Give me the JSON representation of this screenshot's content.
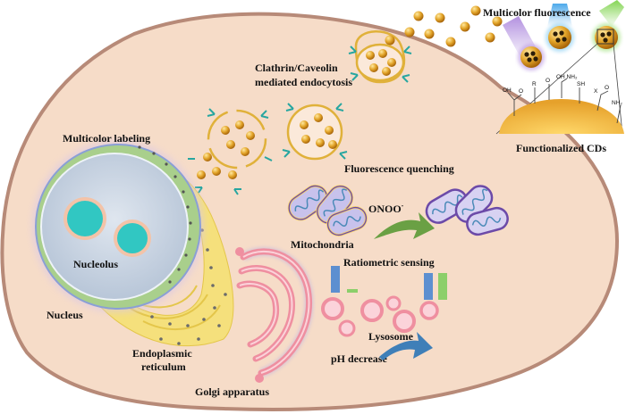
{
  "labels": {
    "multicolor_fluorescence": "Multicolor fluorescence",
    "endocytosis_line1": "Clathrin/Caveolin",
    "endocytosis_line2": "mediated endocytosis",
    "multicolor_labeling": "Multicolor labeling",
    "fluorescence_quenching": "Fluorescence quenching",
    "onoo": "ONOO",
    "onoo_sup": "-",
    "mitochondria": "Mitochondria",
    "nucleolus": "Nucleolus",
    "nucleus": "Nucleus",
    "ratiometric_sensing": "Ratiometric sensing",
    "lysosome": "Lysosome",
    "ph_decrease": "pH decrease",
    "er_line1": "Endoplasmic",
    "er_line2": "reticulum",
    "golgi": "Golgi apparatus",
    "functionalized_cds": "Functionalized CDs"
  },
  "chem_groups": {
    "oh_top": "OH",
    "o1": "O",
    "r": "R",
    "o2": "O",
    "oh_nh2": "OH NH₂",
    "sh": "SH",
    "x": "X",
    "o3": "O",
    "nh2": "NH₂"
  },
  "colors": {
    "cytoplasm": "#f6dcc8",
    "cell_membrane": "#b78a78",
    "nucleus_fill": "#c6d3e2",
    "nuclear_envelope": "#a9cf8c",
    "nucleolus": "#31c7c2",
    "er": "#f5e07c",
    "golgi": "#ef8fa0",
    "mitochondria_outer": "#6c4aa8",
    "carbon_dot": "#d99a1a",
    "quench_arrow": "#6aa044",
    "bar_blue": "#5d8fd0",
    "bar_green": "#8ccf6a",
    "ph_arrow": "#3f7fb8"
  }
}
